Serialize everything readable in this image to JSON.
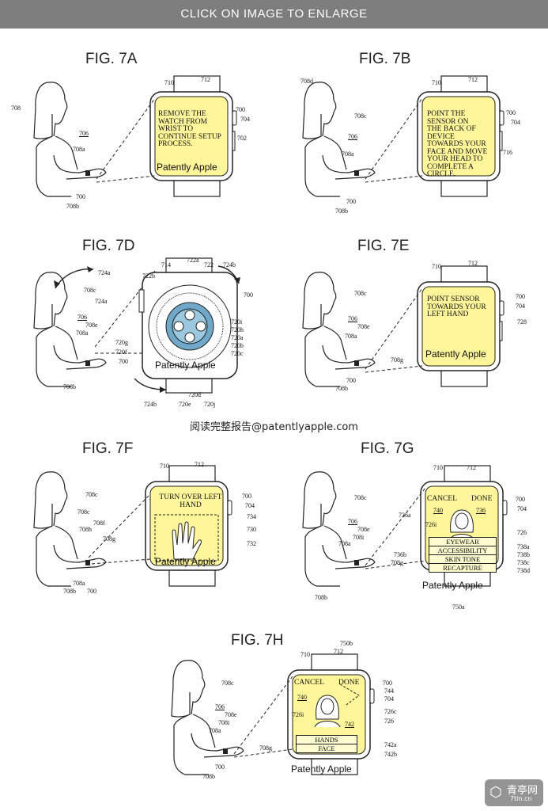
{
  "banner": "CLICK ON IMAGE TO ENLARGE",
  "center_caption": "阅读完整报告@patentlyapple.com",
  "watermark": {
    "cn": "青亭网",
    "url": "7tin.cn"
  },
  "colors": {
    "screen": "#fff59a",
    "line": "#222222",
    "banner": "#7d7d7d"
  },
  "figures": {
    "f7a": {
      "title": "FIG. 7A",
      "screen": [
        "REMOVE THE",
        "WATCH FROM",
        "WRIST TO",
        "CONTINUE SETUP",
        "PROCESS."
      ],
      "brand": "Patently Apple",
      "refs": {
        "r708": "708",
        "r706": "706",
        "r708a": "708a",
        "r700b": "700",
        "r708b": "708b",
        "r710": "710",
        "r712": "712",
        "r700": "700",
        "r704": "704",
        "r702": "702"
      }
    },
    "f7b": {
      "title": "FIG. 7B",
      "screen": [
        "POINT THE",
        "SENSOR ON",
        "THE BACK OF",
        "DEVICE",
        "TOWARDS YOUR",
        "FACE AND MOVE",
        "YOUR HEAD TO",
        "COMPLETE A",
        "CIRCLE."
      ],
      "refs": {
        "r708d": "708d",
        "r708c": "708c",
        "r706": "706",
        "r708a": "708a",
        "r700b": "700",
        "r708b": "708b",
        "r710": "710",
        "r712": "712",
        "r700": "700",
        "r704": "704",
        "r716": "716"
      }
    },
    "f7d": {
      "title": "FIG. 7D",
      "brand": "Patently Apple",
      "refs": {
        "r724a": "724a",
        "r708c": "708c",
        "r724a2": "724a",
        "r706": "706",
        "r708e": "708e",
        "r708a": "708a",
        "r708b": "708b",
        "r722b": "722b",
        "r714": "714",
        "r722a": "722a",
        "r722": "722",
        "r724b": "724b",
        "r700": "700",
        "r720g": "720g",
        "r720f": "720f",
        "r700b": "700",
        "r720i": "720i",
        "r720h": "720h",
        "r720a": "720a",
        "r720b": "720b",
        "r720c": "720c",
        "r724b2": "724b",
        "r720e": "720e",
        "r720d": "720d",
        "r720j": "720j"
      }
    },
    "f7e": {
      "title": "FIG. 7E",
      "screen": [
        "POINT SENSOR",
        "TOWARDS YOUR",
        "LEFT HAND"
      ],
      "brand": "Patently Apple",
      "refs": {
        "r708c": "708c",
        "r706": "706",
        "r708e": "708e",
        "r708a": "708a",
        "r708g": "708g",
        "r700b": "700",
        "r708b": "708b",
        "r710": "710",
        "r712": "712",
        "r700": "700",
        "r704": "704",
        "r728": "728"
      }
    },
    "f7f": {
      "title": "FIG. 7F",
      "screen": [
        "TURN OVER LEFT",
        "HAND"
      ],
      "brand": "Patently Apple",
      "refs": {
        "r708c": "708c",
        "r708c2": "708c",
        "r708f": "708f",
        "r708h": "708h",
        "r708g": "708g",
        "r708a": "708a",
        "r708b": "708b",
        "r700b": "700",
        "r710": "710",
        "r712": "712",
        "r700": "700",
        "r704": "704",
        "r734": "734",
        "r730": "730",
        "r732": "732"
      }
    },
    "f7g": {
      "title": "FIG. 7G",
      "cancel": "CANCEL",
      "done": "DONE",
      "menu": [
        "EYEWEAR",
        "ACCESSIBILITY",
        "SKIN TONE",
        "RECAPTURE"
      ],
      "brand": "Patently Apple",
      "refs": {
        "r708c": "708c",
        "r706": "706",
        "r708e": "708e",
        "r708i": "708i",
        "r708a": "708a",
        "r708g": "708g",
        "r708b": "708b",
        "r736a": "736a",
        "r736b": "736b",
        "r726i": "726i",
        "r740": "740",
        "r736": "736",
        "r710": "710",
        "r712": "712",
        "r700": "700",
        "r704": "704",
        "r726": "726",
        "r738a": "738a",
        "r738b": "738b",
        "r738c": "738c",
        "r738d": "738d",
        "r750a": "750a"
      }
    },
    "f7h": {
      "title": "FIG. 7H",
      "cancel": "CANCEL",
      "done": "DONE",
      "menu": [
        "HANDS",
        "FACE"
      ],
      "brand": "Patently Apple",
      "refs": {
        "r708c": "708c",
        "r706": "706",
        "r708e": "708e",
        "r708i": "708i",
        "r708a": "708a",
        "r708g": "708g",
        "r708b": "708b",
        "r700b": "700",
        "r710": "710",
        "r712": "712",
        "r750b": "750b",
        "r700": "700",
        "r744": "744",
        "r704": "704",
        "r726c": "726c",
        "r726": "726",
        "r742": "742",
        "r742a": "742a",
        "r742b": "742b",
        "r740": "740",
        "r726i": "726i"
      }
    }
  }
}
